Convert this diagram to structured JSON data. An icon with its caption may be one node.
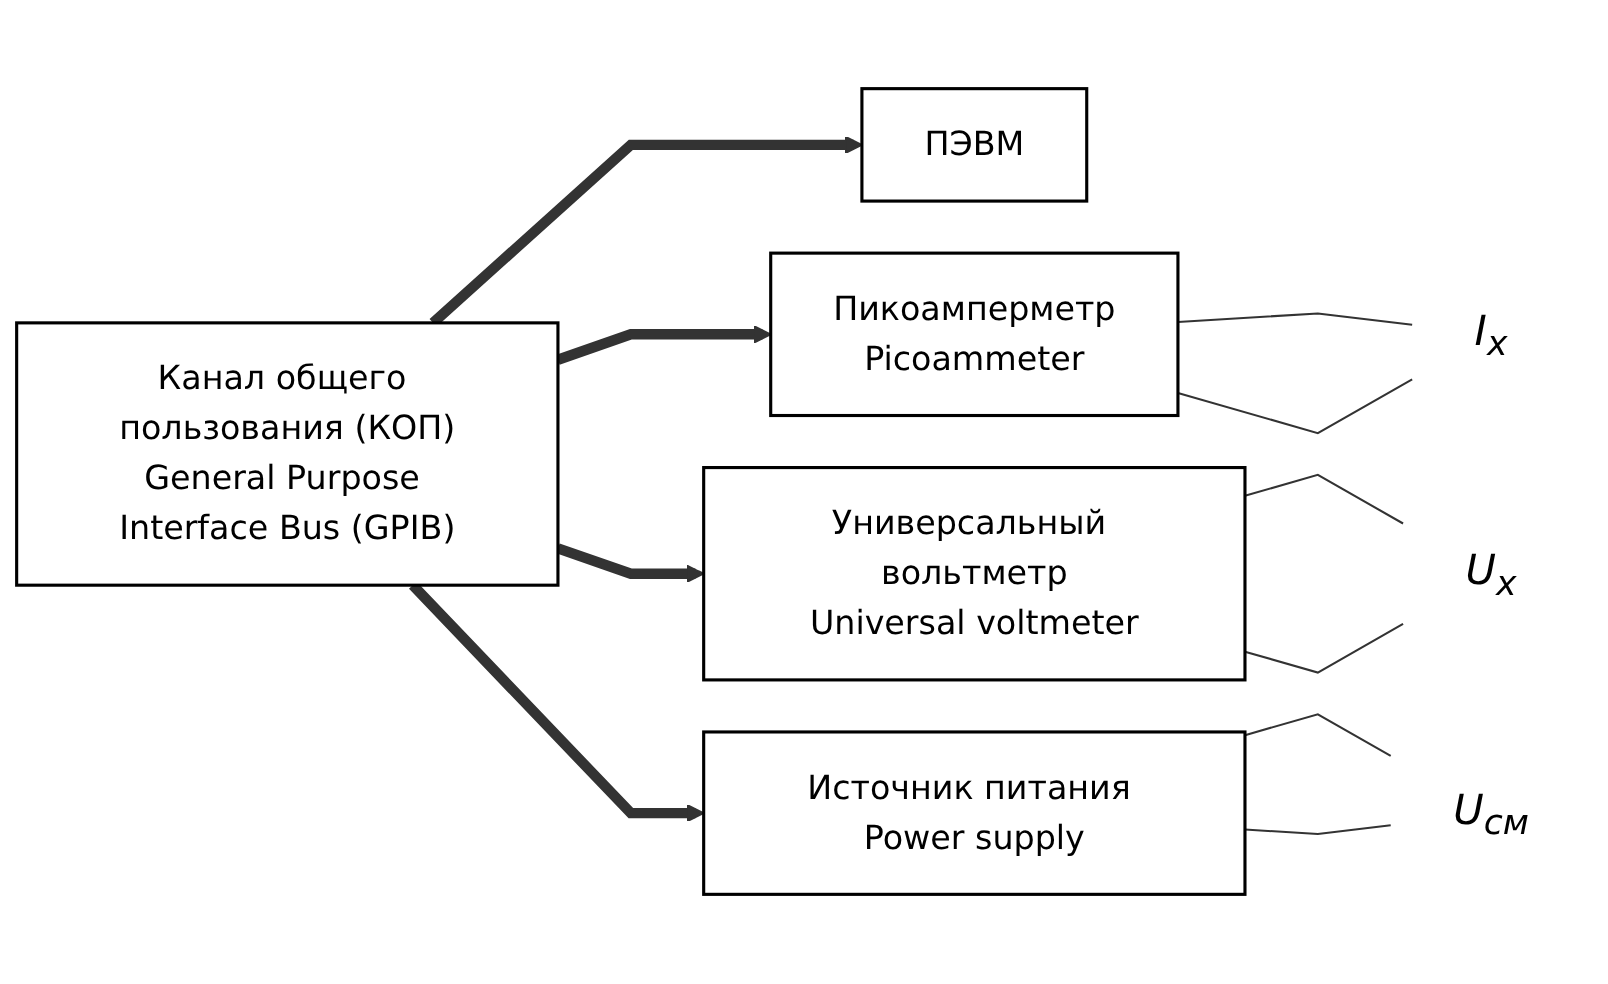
{
  "diagram": {
    "nodes": [
      {
        "text": [
          "Канал общего пользования (КОП)",
          "General Purpose Interface Bus (GPIB)"
        ]
      },
      {
        "text": [
          "ПЭВМ"
        ]
      },
      {
        "text": [
          "Пикоамперметр",
          "Picoammeter"
        ]
      },
      {
        "text": [
          "Универсальный вольтметр",
          "Universal voltmeter"
        ]
      },
      {
        "text": [
          "Источник питания Power supply"
        ]
      },
      {
        "text": [
          "I$_{x}$"
        ]
      },
      {
        "text": [
          "U$_{x}$"
        ]
      },
      {
        "text": [
          "U$_{см}$"
        ]
      }
    ],
    "edges": [
      {
        "from": 0,
        "to": 1,
        "arrow": "to",
        "style": "thick"
      },
      {
        "from": 0,
        "to": 2,
        "arrow": "to",
        "style": "thick"
      },
      {
        "from": 0,
        "to": 3,
        "arrow": "to",
        "style": "thick"
      },
      {
        "from": 0,
        "to": 4,
        "arrow": "to",
        "style": "thick"
      },
      {
        "from": 2,
        "to": 5,
        "arrow": "none"
      },
      {
        "from": 2,
        "to": 5,
        "arrow": "none"
      },
      {
        "from": 3,
        "to": 6,
        "arrow": "none"
      },
      {
        "from": 3,
        "to": 6,
        "arrow": "none"
      },
      {
        "from": 4,
        "to": 7,
        "arrow": "none"
      },
      {
        "from": 4,
        "to": 7,
        "arrow": "none"
      }
    ]
  }
}
